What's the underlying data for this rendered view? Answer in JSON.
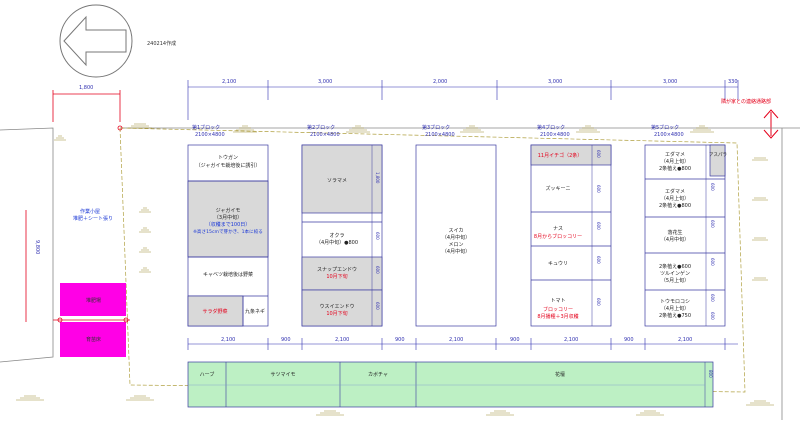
{
  "created_date": "240214作成",
  "dimensions_top": [
    "2,100",
    "3,000",
    "2,000",
    "3,000",
    "3,000",
    "330"
  ],
  "dimension_left_top": "1,800",
  "dimension_left_vertical": "9,800",
  "dimensions_bottom": [
    "2,100",
    "900",
    "2,100",
    "900",
    "2,100",
    "900",
    "2,100",
    "900",
    "2,100"
  ],
  "neighbor_note": "隣が家との連絡通路部",
  "left_area_note": [
    "作業小屋",
    "堆肥＋シート張り"
  ],
  "magenta_labels": [
    "堆肥場",
    "育苗床"
  ],
  "blocks": [
    {
      "name": "第1ブロック",
      "size": "2100×4800",
      "cells": [
        {
          "lines": [
            "トウガン",
            "（ジャガイモ栽培後に誘引）"
          ],
          "red": [],
          "blue": [],
          "fill": "white"
        },
        {
          "lines": [
            "ジャガイモ",
            "（3月中旬）"
          ],
          "red": [],
          "blue": [
            "（収穫まで100日）",
            "※高さ15cmで芽かき、1本に絞る"
          ],
          "fill": "gray"
        },
        {
          "lines": [
            "キャベツ栽培後は野菜"
          ],
          "red": [],
          "blue": [],
          "fill": "white"
        },
        {
          "lines": [],
          "red": [
            "サラダ野菜"
          ],
          "blue": [],
          "fill": "gray"
        },
        {
          "lines": [
            "九条ネギ"
          ],
          "red": [],
          "blue": [],
          "fill": "white"
        }
      ],
      "dims": []
    },
    {
      "name": "第2ブロック",
      "size": "2100×4800",
      "cells": [
        {
          "lines": [
            "ソラマメ"
          ],
          "red": [],
          "blue": [],
          "fill": "gray"
        },
        {
          "lines": [
            "オクラ",
            "（4月中旬）●800"
          ],
          "red": [],
          "blue": [],
          "fill": "white"
        },
        {
          "lines": [
            "スナップエンドウ"
          ],
          "red": [
            "10月下旬"
          ],
          "blue": [],
          "fill": "gray"
        },
        {
          "lines": [
            "ウスイエンドウ"
          ],
          "red": [
            "10月下旬"
          ],
          "blue": [],
          "fill": "gray"
        }
      ],
      "dims": [
        "1,800",
        "600",
        "600",
        "600"
      ]
    },
    {
      "name": "第3ブロック",
      "size": "2100×4800",
      "cells": [
        {
          "lines": [
            "スイカ",
            "（4月中旬）",
            "メロン",
            "（4月中旬）"
          ],
          "red": [],
          "blue": [],
          "fill": "white"
        }
      ],
      "dims": []
    },
    {
      "name": "第4ブロック",
      "size": "2100×4800",
      "cells": [
        {
          "lines": [],
          "red": [
            "11月イチゴ（2条）"
          ],
          "blue": [],
          "fill": "gray"
        },
        {
          "lines": [
            "ズッキーニ"
          ],
          "red": [],
          "blue": [],
          "fill": "white"
        },
        {
          "lines": [
            "ナス"
          ],
          "red": [
            "8月からブロッコリー"
          ],
          "blue": [],
          "fill": "white"
        },
        {
          "lines": [
            "キュウリ"
          ],
          "red": [],
          "blue": [],
          "fill": "white"
        },
        {
          "lines": [
            "トマト"
          ],
          "red": [
            "ブロッコリー",
            "8月播種＋3月収穫"
          ],
          "blue": [],
          "fill": "white"
        }
      ],
      "dims": [
        "600",
        "600",
        "600",
        "600",
        "600"
      ]
    },
    {
      "name": "第5ブロック",
      "size": "2100×4800",
      "cells": [
        {
          "lines": [
            "エダマメ",
            "（4月上旬）",
            "2条植え●800"
          ],
          "red": [],
          "blue": [],
          "fill": "white"
        },
        {
          "lines": [
            "エダマメ",
            "（4月上旬）",
            "2条植え●800"
          ],
          "red": [],
          "blue": [],
          "fill": "white"
        },
        {
          "lines": [
            "落花生",
            "（4月中旬）"
          ],
          "red": [],
          "blue": [],
          "fill": "white"
        },
        {
          "lines": [
            "2条植え●600",
            "ツルインゲン",
            "（5月上旬）"
          ],
          "red": [],
          "blue": [],
          "fill": "white"
        },
        {
          "lines": [
            "トウモロコシ",
            "（4月上旬）",
            "2条植え●750"
          ],
          "red": [],
          "blue": [],
          "fill": "white"
        }
      ],
      "dims": [
        "600",
        "600",
        "600",
        "600",
        "600"
      ],
      "side_cell": "アスパラ"
    }
  ],
  "bottom_strip": [
    "ハーブ",
    "サツマイモ",
    "カボチャ",
    "花壇"
  ],
  "bottom_strip_dim": "800",
  "colors": {
    "gray": "#d9d9d9",
    "green": "#bdf0c4",
    "magenta": "#ff00e6",
    "line": "#3a3aa0",
    "dim": "#2f2fb0",
    "red": "#e4001b",
    "blue": "#1a37d6"
  }
}
